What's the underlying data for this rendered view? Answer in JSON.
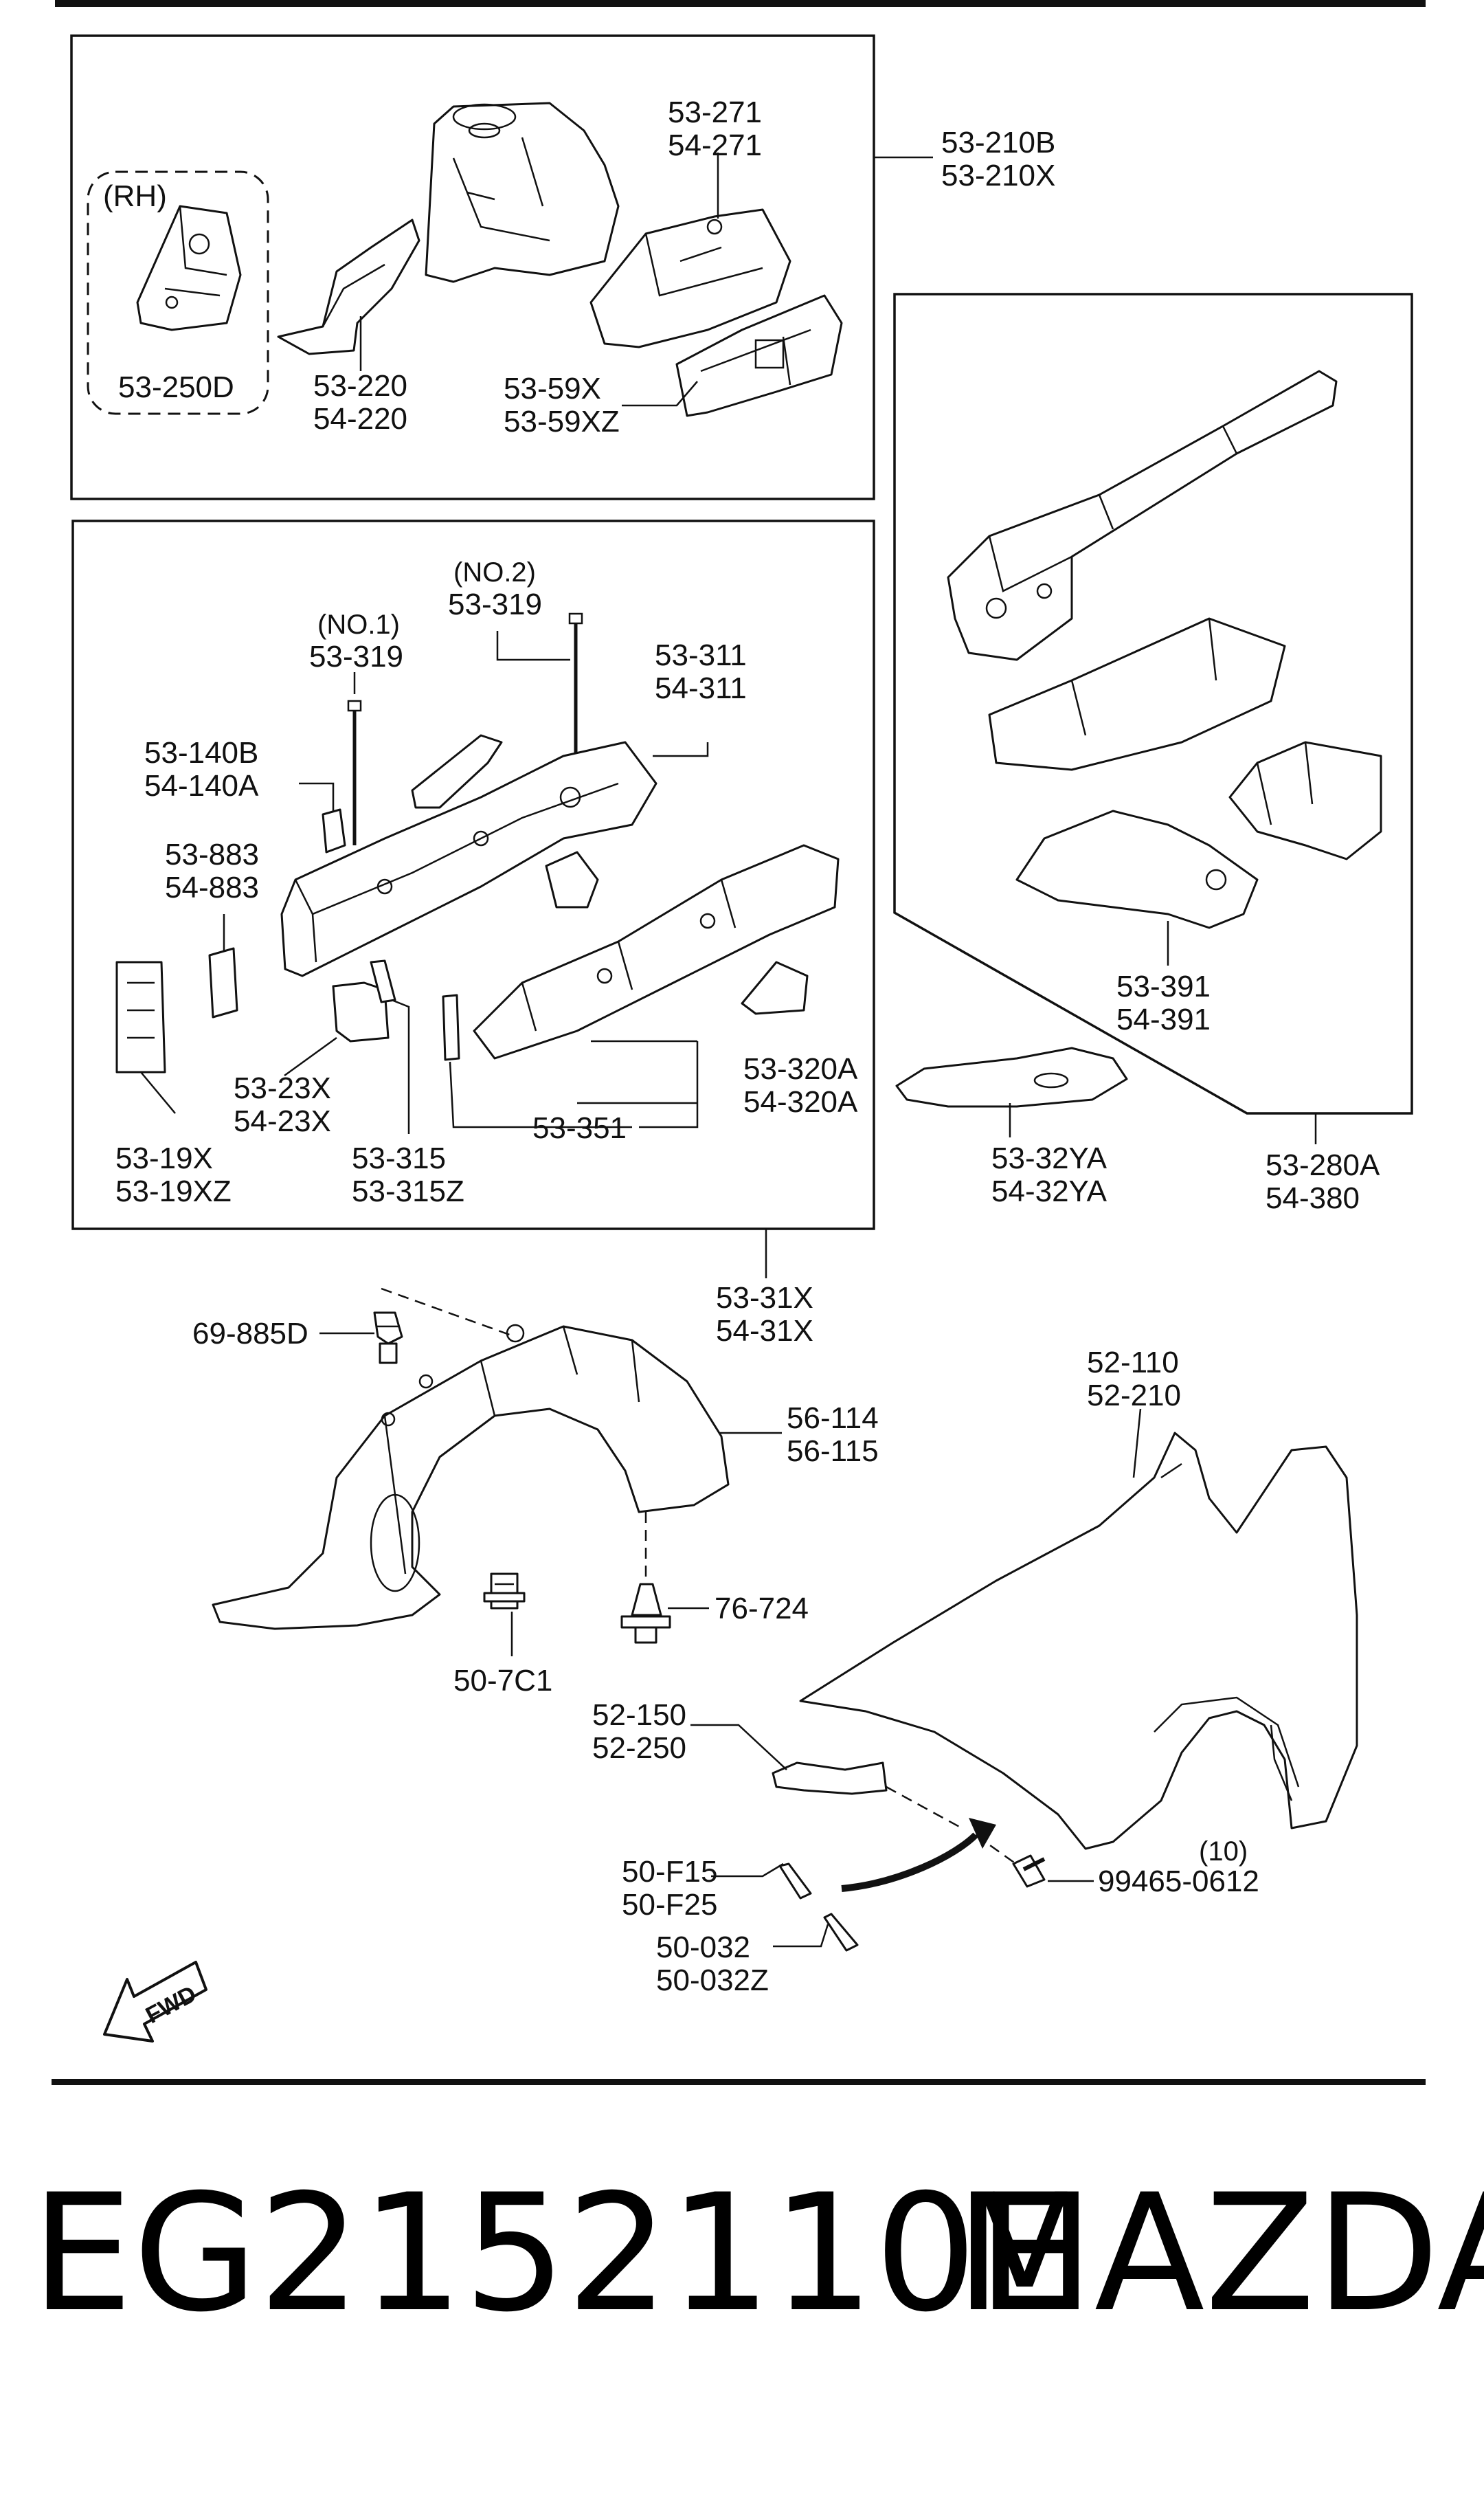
{
  "labels": {
    "rh": "(RH)",
    "p_53_250D": "53-250D",
    "p_53_220": "53-220",
    "p_54_220": "54-220",
    "p_53_271": "53-271",
    "p_54_271": "54-271",
    "p_53_210B": "53-210B",
    "p_53_210X": "53-210X",
    "p_53_59X": "53-59X",
    "p_53_59XZ": "53-59XZ",
    "no2": "(NO.2)",
    "p_53_319_no2": "53-319",
    "no1": "(NO.1)",
    "p_53_319_no1": "53-319",
    "p_53_311": "53-311",
    "p_54_311": "54-311",
    "p_53_140B": "53-140B",
    "p_54_140A": "54-140A",
    "p_53_883": "53-883",
    "p_54_883": "54-883",
    "p_53_23X": "53-23X",
    "p_54_23X": "54-23X",
    "p_53_19X": "53-19X",
    "p_53_19XZ": "53-19XZ",
    "p_53_315": "53-315",
    "p_53_315Z": "53-315Z",
    "p_53_351": "53-351",
    "p_53_320A": "53-320A",
    "p_54_320A": "54-320A",
    "p_53_391": "53-391",
    "p_54_391": "54-391",
    "p_53_32YA": "53-32YA",
    "p_54_32YA": "54-32YA",
    "p_53_280A": "53-280A",
    "p_54_380": "54-380",
    "p_53_31X": "53-31X",
    "p_54_31X": "54-31X",
    "p_69_885D": "69-885D",
    "p_56_114": "56-114",
    "p_56_115": "56-115",
    "p_52_110": "52-110",
    "p_52_210": "52-210",
    "p_76_724": "76-724",
    "p_50_7C1": "50-7C1",
    "p_52_150": "52-150",
    "p_52_250": "52-250",
    "p_50_F15": "50-F15",
    "p_50_F25": "50-F25",
    "p_50_032": "50-032",
    "p_50_032Z": "50-032Z",
    "qty_10": "(10)",
    "p_99465_0612": "99465-0612",
    "fwd": "FWD"
  },
  "footer": {
    "part_number": "EG2152110E",
    "brand": "MAZDA"
  }
}
